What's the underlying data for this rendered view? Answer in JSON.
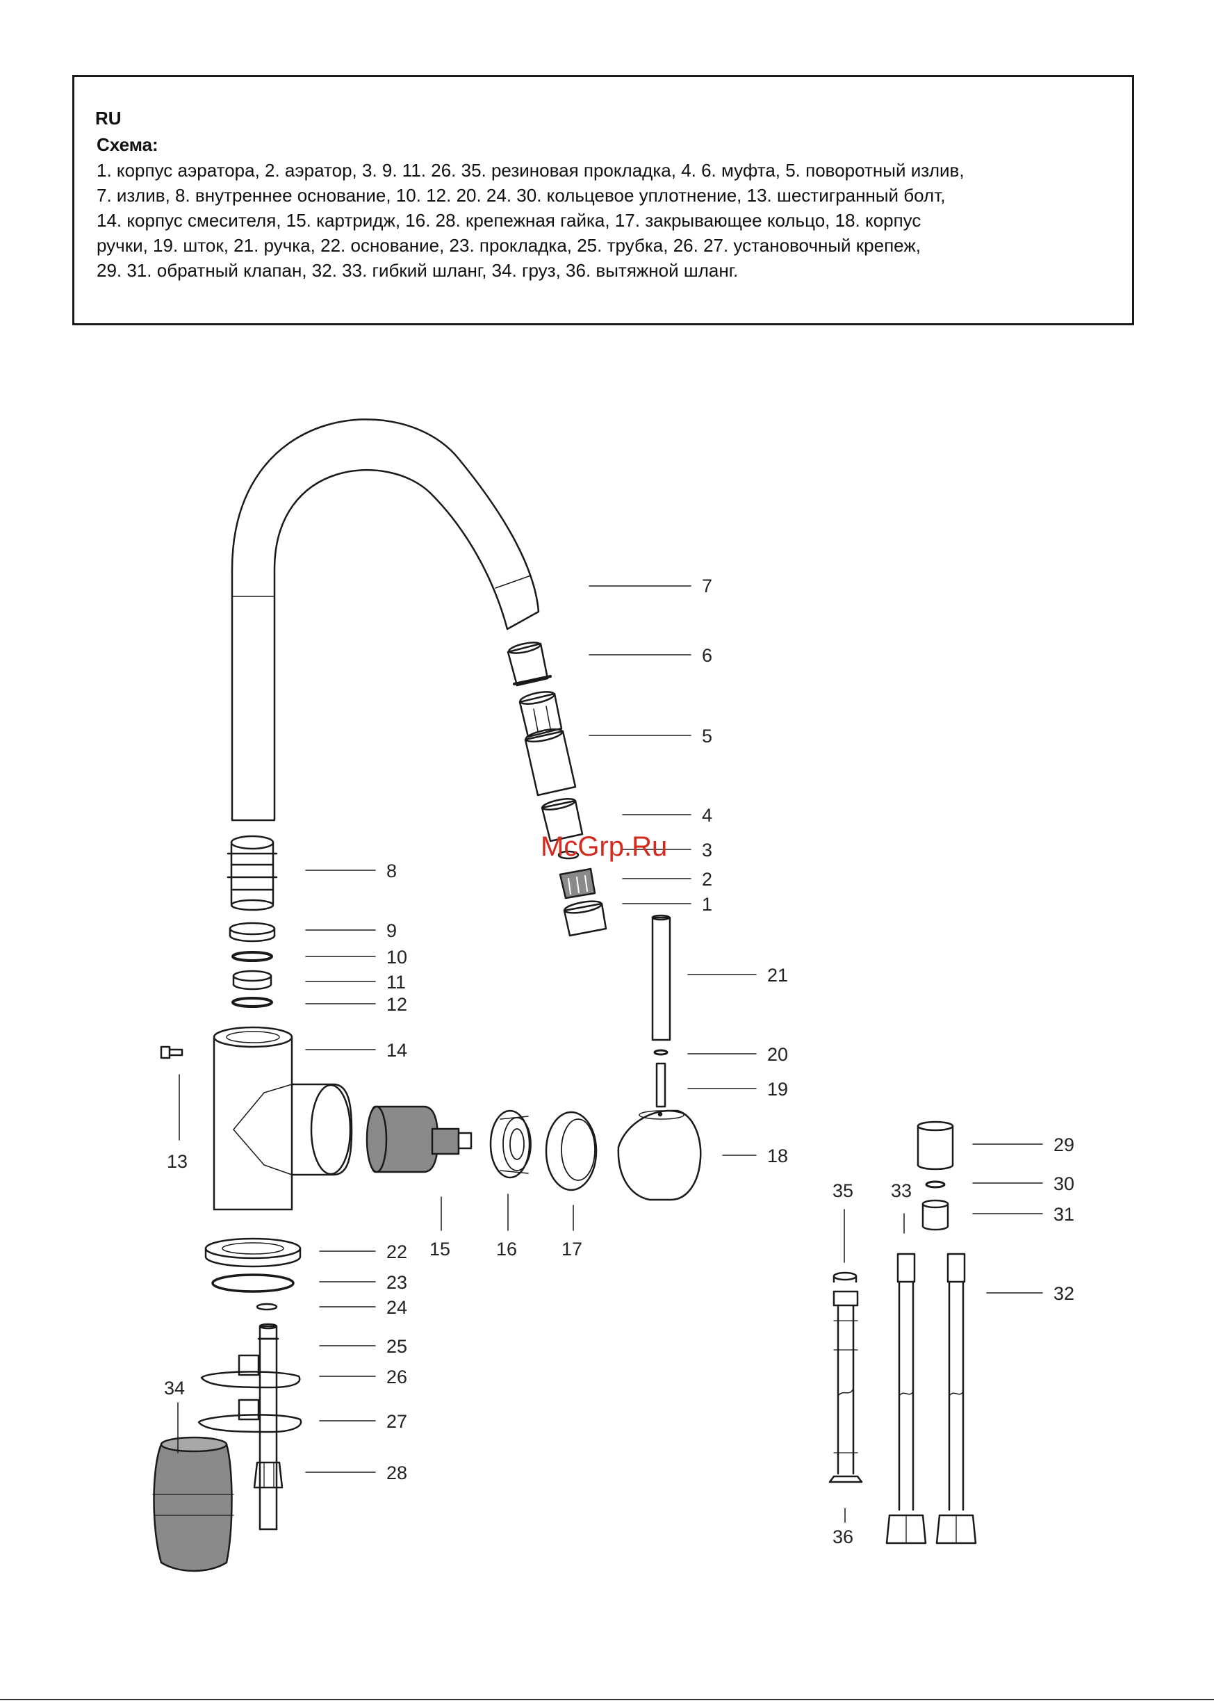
{
  "legend": {
    "lang": "RU",
    "title": "Схема:",
    "lines": [
      "1. корпус аэратора, 2. аэратор, 3. 9. 11. 26. 35. резиновая прокладка, 4. 6. муфта, 5. поворотный излив,",
      "7. излив, 8. внутреннее основание, 10. 12. 20. 24. 30. кольцевое уплотнение, 13. шестигранный болт,",
      "14. корпус смесителя, 15. картридж, 16. 28. крепежная гайка, 17. закрывающее кольцо, 18. корпус",
      "ручки, 19. шток, 21. ручка, 22. основание, 23. прокладка, 25. трубка, 26. 27. установочный крепеж,",
      "29. 31. обратный клапан, 32. 33. гибкий шланг, 34. груз, 36. вытяжной шланг."
    ]
  },
  "watermark": "McGrp.Ru",
  "callouts": [
    "1",
    "2",
    "3",
    "4",
    "5",
    "6",
    "7",
    "8",
    "9",
    "10",
    "11",
    "12",
    "13",
    "14",
    "15",
    "16",
    "17",
    "18",
    "19",
    "20",
    "21",
    "22",
    "23",
    "24",
    "25",
    "26",
    "27",
    "28",
    "29",
    "30",
    "31",
    "32",
    "33",
    "34",
    "35",
    "36"
  ],
  "colors": {
    "line": "#1a1a1a",
    "shade": "#8a8a8a",
    "watermark": "#d42a1e"
  }
}
